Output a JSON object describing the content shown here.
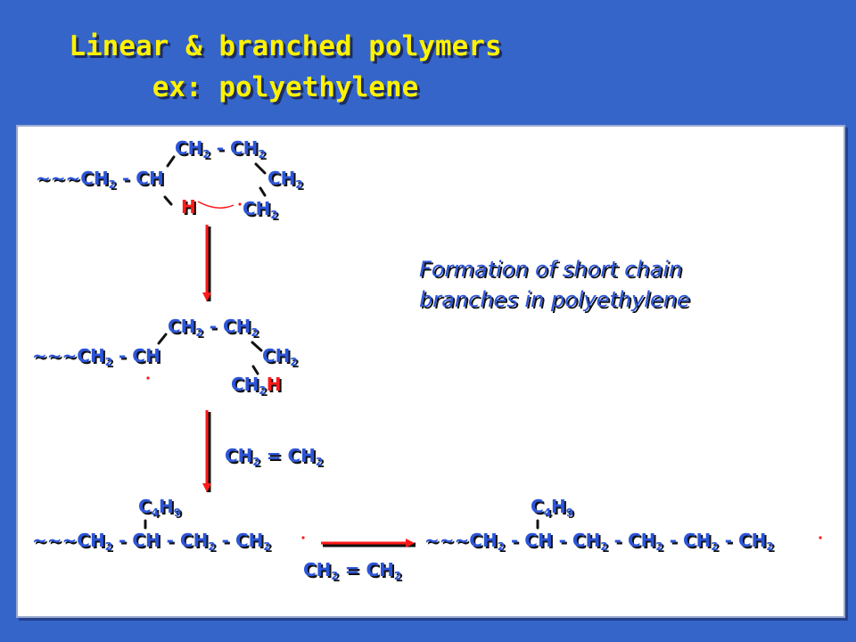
{
  "slide": {
    "title_line1": "Linear & branched polymers",
    "title_line2": "ex: polyethylene",
    "colors": {
      "background": "#3565C9",
      "title": "#FFF200",
      "formula": "#2C55D8",
      "highlight": "#FF1A1A",
      "arrow": "#FF1A1A"
    }
  },
  "step1": {
    "chain_top": [
      "CH",
      "2",
      " - CH",
      "2"
    ],
    "backbone": [
      "~~~CH",
      "2",
      " - CH"
    ],
    "right_ch2": [
      "CH",
      "2"
    ],
    "hydrogen": "H",
    "lower_ch2": [
      "CH",
      "2"
    ]
  },
  "step2": {
    "chain_top": [
      "CH",
      "2",
      " - CH",
      "2"
    ],
    "backbone": [
      "~~~CH",
      "2",
      " - CH"
    ],
    "right_ch2": [
      "CH",
      "2"
    ],
    "ch2h": [
      "CH",
      "2",
      "H"
    ]
  },
  "step3": {
    "monomer1": [
      "CH",
      "2",
      " = CH",
      "2"
    ],
    "monomer2": [
      "CH",
      "2",
      " = CH",
      "2"
    ],
    "branch_left": [
      "C",
      "4",
      "H",
      "9"
    ],
    "branch_right": [
      "C",
      "4",
      "H",
      "9"
    ],
    "chain_left": [
      "~~~CH",
      "2",
      " - CH - CH",
      "2",
      " - CH",
      "2"
    ],
    "chain_right": [
      "~~~CH",
      "2",
      " - CH - CH",
      "2",
      " - CH",
      "2",
      " - CH",
      "2",
      " - CH",
      "2"
    ]
  },
  "caption": {
    "line1": "Formation of short chain",
    "line2": "branches in polyethylene"
  }
}
